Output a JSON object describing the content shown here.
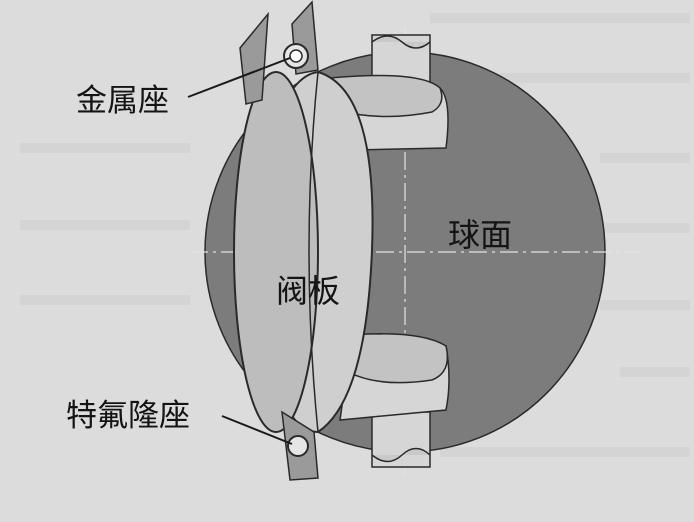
{
  "labels": {
    "metal_seat": "金属座",
    "ptfe_seat": "特氟隆座",
    "valve_plate": "阀板",
    "spherical_surface": "球面"
  },
  "colors": {
    "background": "#dcdcdc",
    "sphere": "#7c7c7c",
    "part_light": "#d6d6d6",
    "part_mid": "#bdbdbd",
    "outline": "#2a2a2a"
  }
}
